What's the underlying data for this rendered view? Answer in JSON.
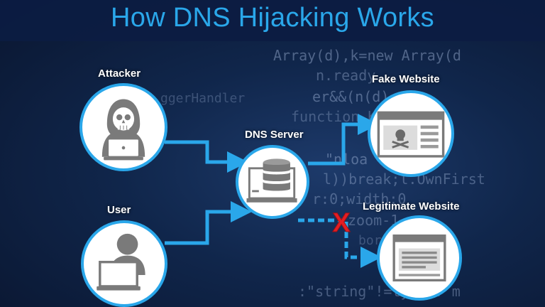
{
  "title": "How DNS Hijacking Works",
  "nodes": {
    "attacker": {
      "label": "Attacker",
      "icon": "hacker-skull-laptop-icon"
    },
    "dns_server": {
      "label": "DNS Server",
      "icon": "database-server-icon"
    },
    "user": {
      "label": "User",
      "icon": "user-computer-icon"
    },
    "fake_website": {
      "label": "Fake Website",
      "icon": "fake-website-skull-icon"
    },
    "legit_website": {
      "label": "Legitimate Website",
      "icon": "website-icon"
    }
  },
  "blocked_marker": "X",
  "background_code": [
    "Array(d),k=new Array(d",
    "n.ready",
    "er&&(n(d).t",
    "ggerHandler",
    "function K(",
    "\"nloa",
    "l))break;l.OwnFirst",
    "r:0;width:0",
    "zoom-1",
    "border-box",
    ":\"string\"!=typeof m"
  ],
  "colors": {
    "accent": "#2aa7ea",
    "background": "#10264b",
    "block": "#e31e24",
    "icon_gray": "#7a7a7a"
  }
}
